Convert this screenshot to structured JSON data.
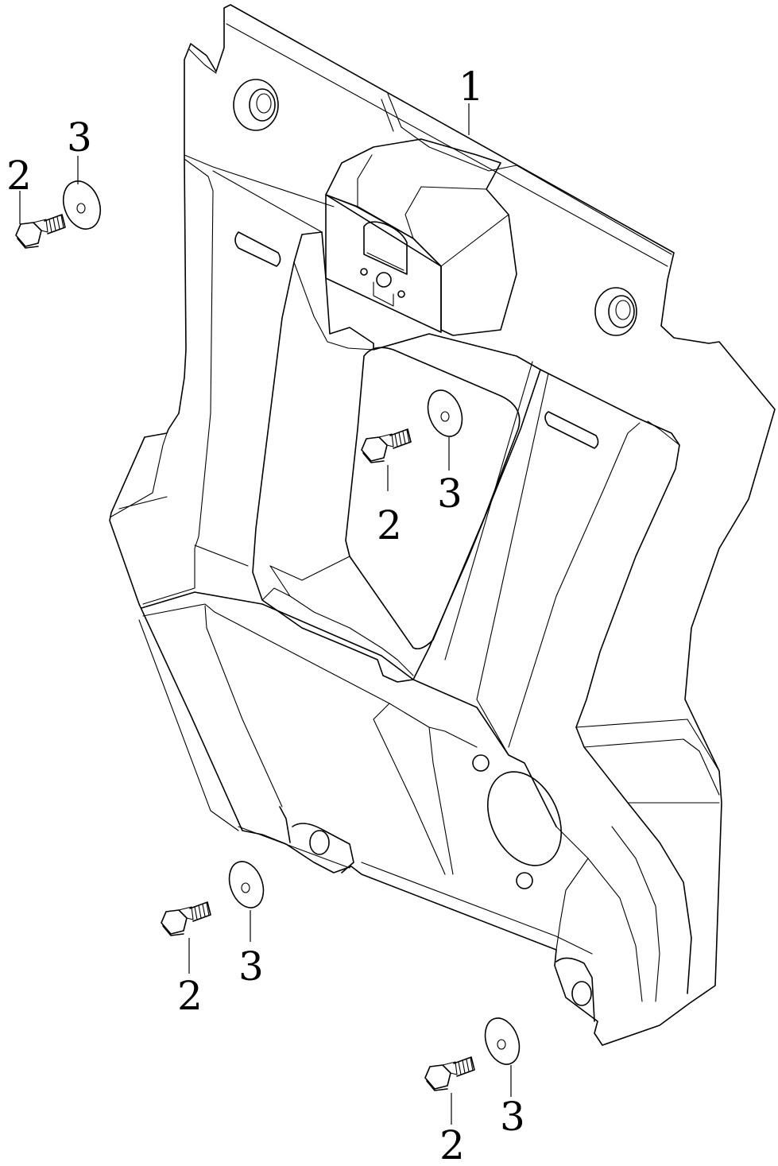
{
  "callouts": [
    {
      "id": "c1",
      "text": "1"
    },
    {
      "id": "c2a",
      "text": "2"
    },
    {
      "id": "c3a",
      "text": "3"
    },
    {
      "id": "c2b",
      "text": "2"
    },
    {
      "id": "c3b",
      "text": "3"
    },
    {
      "id": "c2c",
      "text": "2"
    },
    {
      "id": "c3c",
      "text": "3"
    },
    {
      "id": "c2d",
      "text": "2"
    },
    {
      "id": "c3d",
      "text": "3"
    }
  ]
}
